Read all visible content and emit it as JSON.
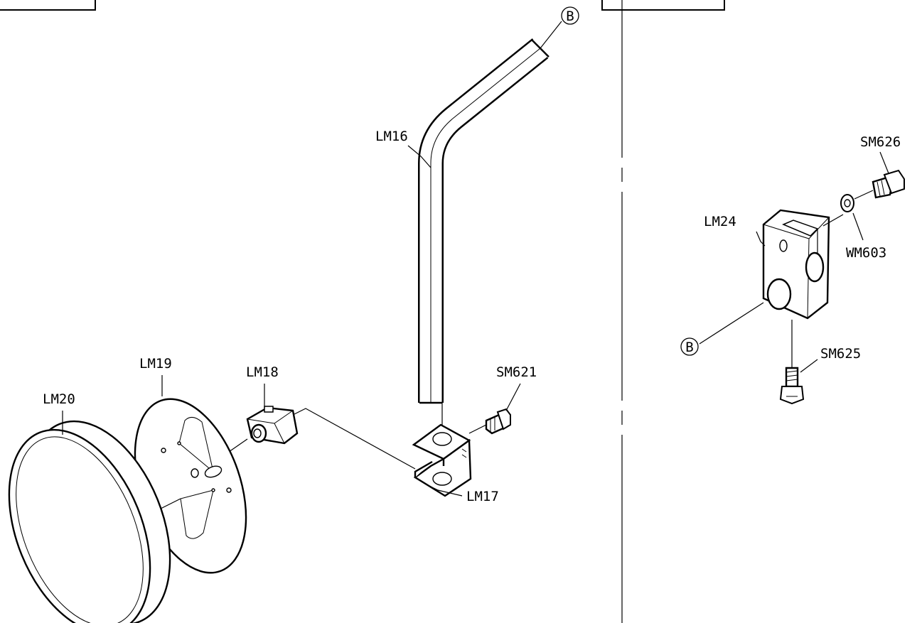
{
  "labels": {
    "lm16": "LM16",
    "lm17": "LM17",
    "lm18": "LM18",
    "lm19": "LM19",
    "lm20": "LM20",
    "lm24": "LM24",
    "sm621": "SM621",
    "sm625": "SM625",
    "sm626": "SM626",
    "wm603": "WM603"
  },
  "markers": {
    "b_top": "B",
    "b_right": "B"
  }
}
